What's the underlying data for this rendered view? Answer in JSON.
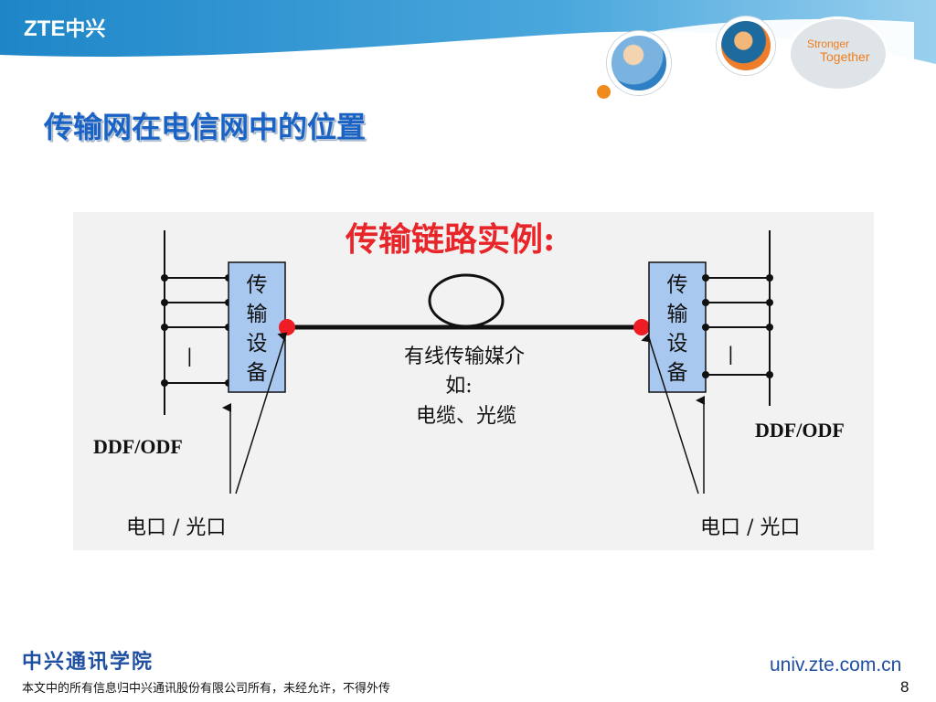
{
  "header": {
    "logo_latin": "ZTE",
    "logo_cn": "中兴",
    "tagline_line1": "Stronger",
    "tagline_line2": "Together"
  },
  "title": "传输网在电信网中的位置",
  "diagram": {
    "heading": "传输链路实例:",
    "left_device": [
      "传",
      "输",
      "设",
      "备"
    ],
    "right_device": [
      "传",
      "输",
      "设",
      "备"
    ],
    "medium_lines": [
      "有线传输媒介",
      "如:",
      "电缆、光缆"
    ],
    "left_ddf_label": "DDF/ODF",
    "right_ddf_label": "DDF/ODF",
    "left_port_label": "电口 / 光口",
    "right_port_label": "电口 / 光口",
    "separator_mark": "|"
  },
  "footer": {
    "org": "中兴通讯学院",
    "notice": "本文中的所有信息归中兴通讯股份有限公司所有，未经允许，不得外传",
    "url": "univ.zte.com.cn",
    "page": "8"
  },
  "colors": {
    "title_blue": "#1a62c4",
    "heading_red": "#e8262a",
    "device_fill": "#a8c8ef",
    "endpoint_red": "#ee1c24",
    "footer_blue": "#1f4fa0"
  }
}
